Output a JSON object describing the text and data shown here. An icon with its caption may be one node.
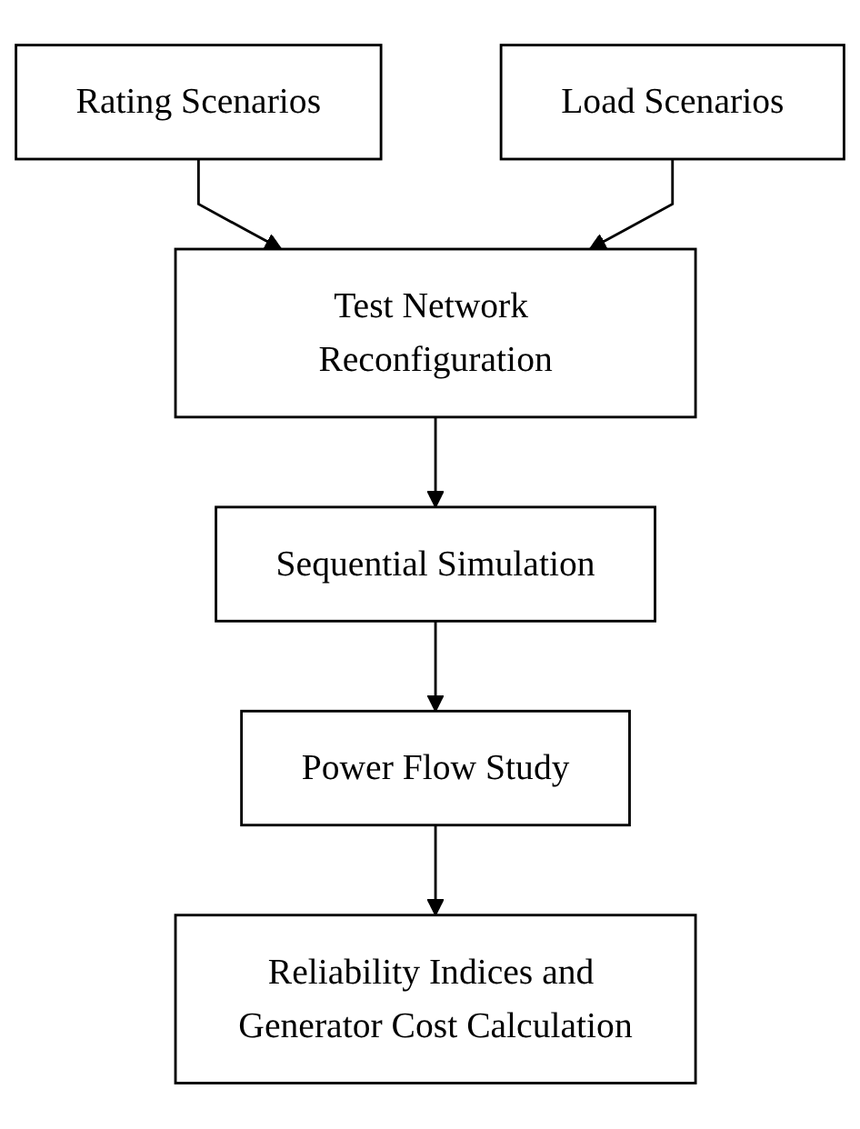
{
  "diagram": {
    "nodes": [
      {
        "text": [
          "Rating Scenarios"
        ]
      },
      {
        "text": [
          "Load Scenarios"
        ]
      },
      {
        "text": [
          "Test Network Reconfiguration"
        ]
      },
      {
        "text": [
          "Sequential Simulation"
        ]
      },
      {
        "text": [
          "Power Flow Study"
        ]
      },
      {
        "text": [
          "Reliability Indices and Generator Cost Calculation"
        ]
      }
    ],
    "edges": [
      {
        "from": 0,
        "to": 2,
        "arrow": "to"
      },
      {
        "from": 1,
        "to": 2,
        "arrow": "to"
      },
      {
        "from": 2,
        "to": 3,
        "arrow": "to"
      },
      {
        "from": 3,
        "to": 4,
        "arrow": "to"
      },
      {
        "from": 4,
        "to": 5,
        "arrow": "to"
      }
    ]
  }
}
